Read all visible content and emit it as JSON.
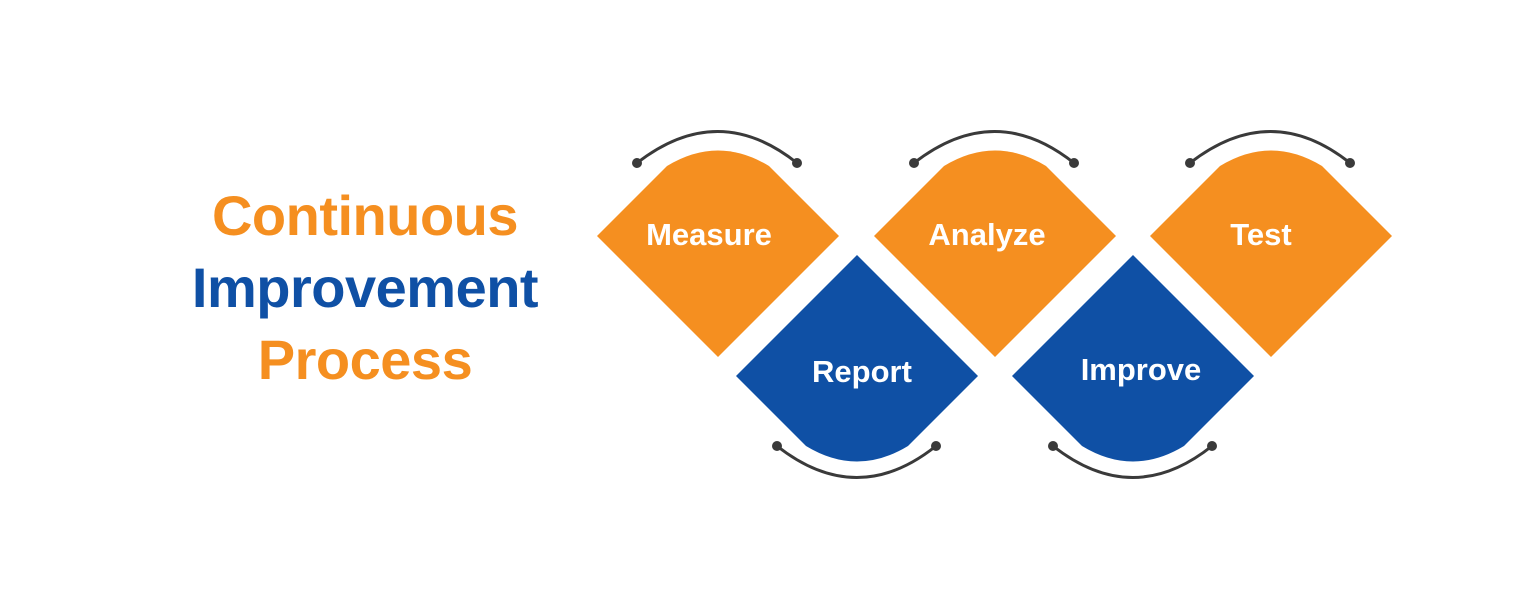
{
  "title": {
    "lines": [
      "Continuous",
      "Improvement",
      "Process"
    ],
    "line_colors": [
      "#F58F20",
      "#0F50A5",
      "#F58F20"
    ]
  },
  "colors": {
    "orange": "#F58F20",
    "blue": "#0F50A5",
    "connector": "#3A3A3A"
  },
  "steps": [
    {
      "label": "Measure",
      "color": "#F58F20",
      "orientation": "up"
    },
    {
      "label": "Report",
      "color": "#0F50A5",
      "orientation": "down"
    },
    {
      "label": "Analyze",
      "color": "#F58F20",
      "orientation": "up"
    },
    {
      "label": "Improve",
      "color": "#0F50A5",
      "orientation": "down"
    },
    {
      "label": "Test",
      "color": "#F58F20",
      "orientation": "up"
    }
  ]
}
